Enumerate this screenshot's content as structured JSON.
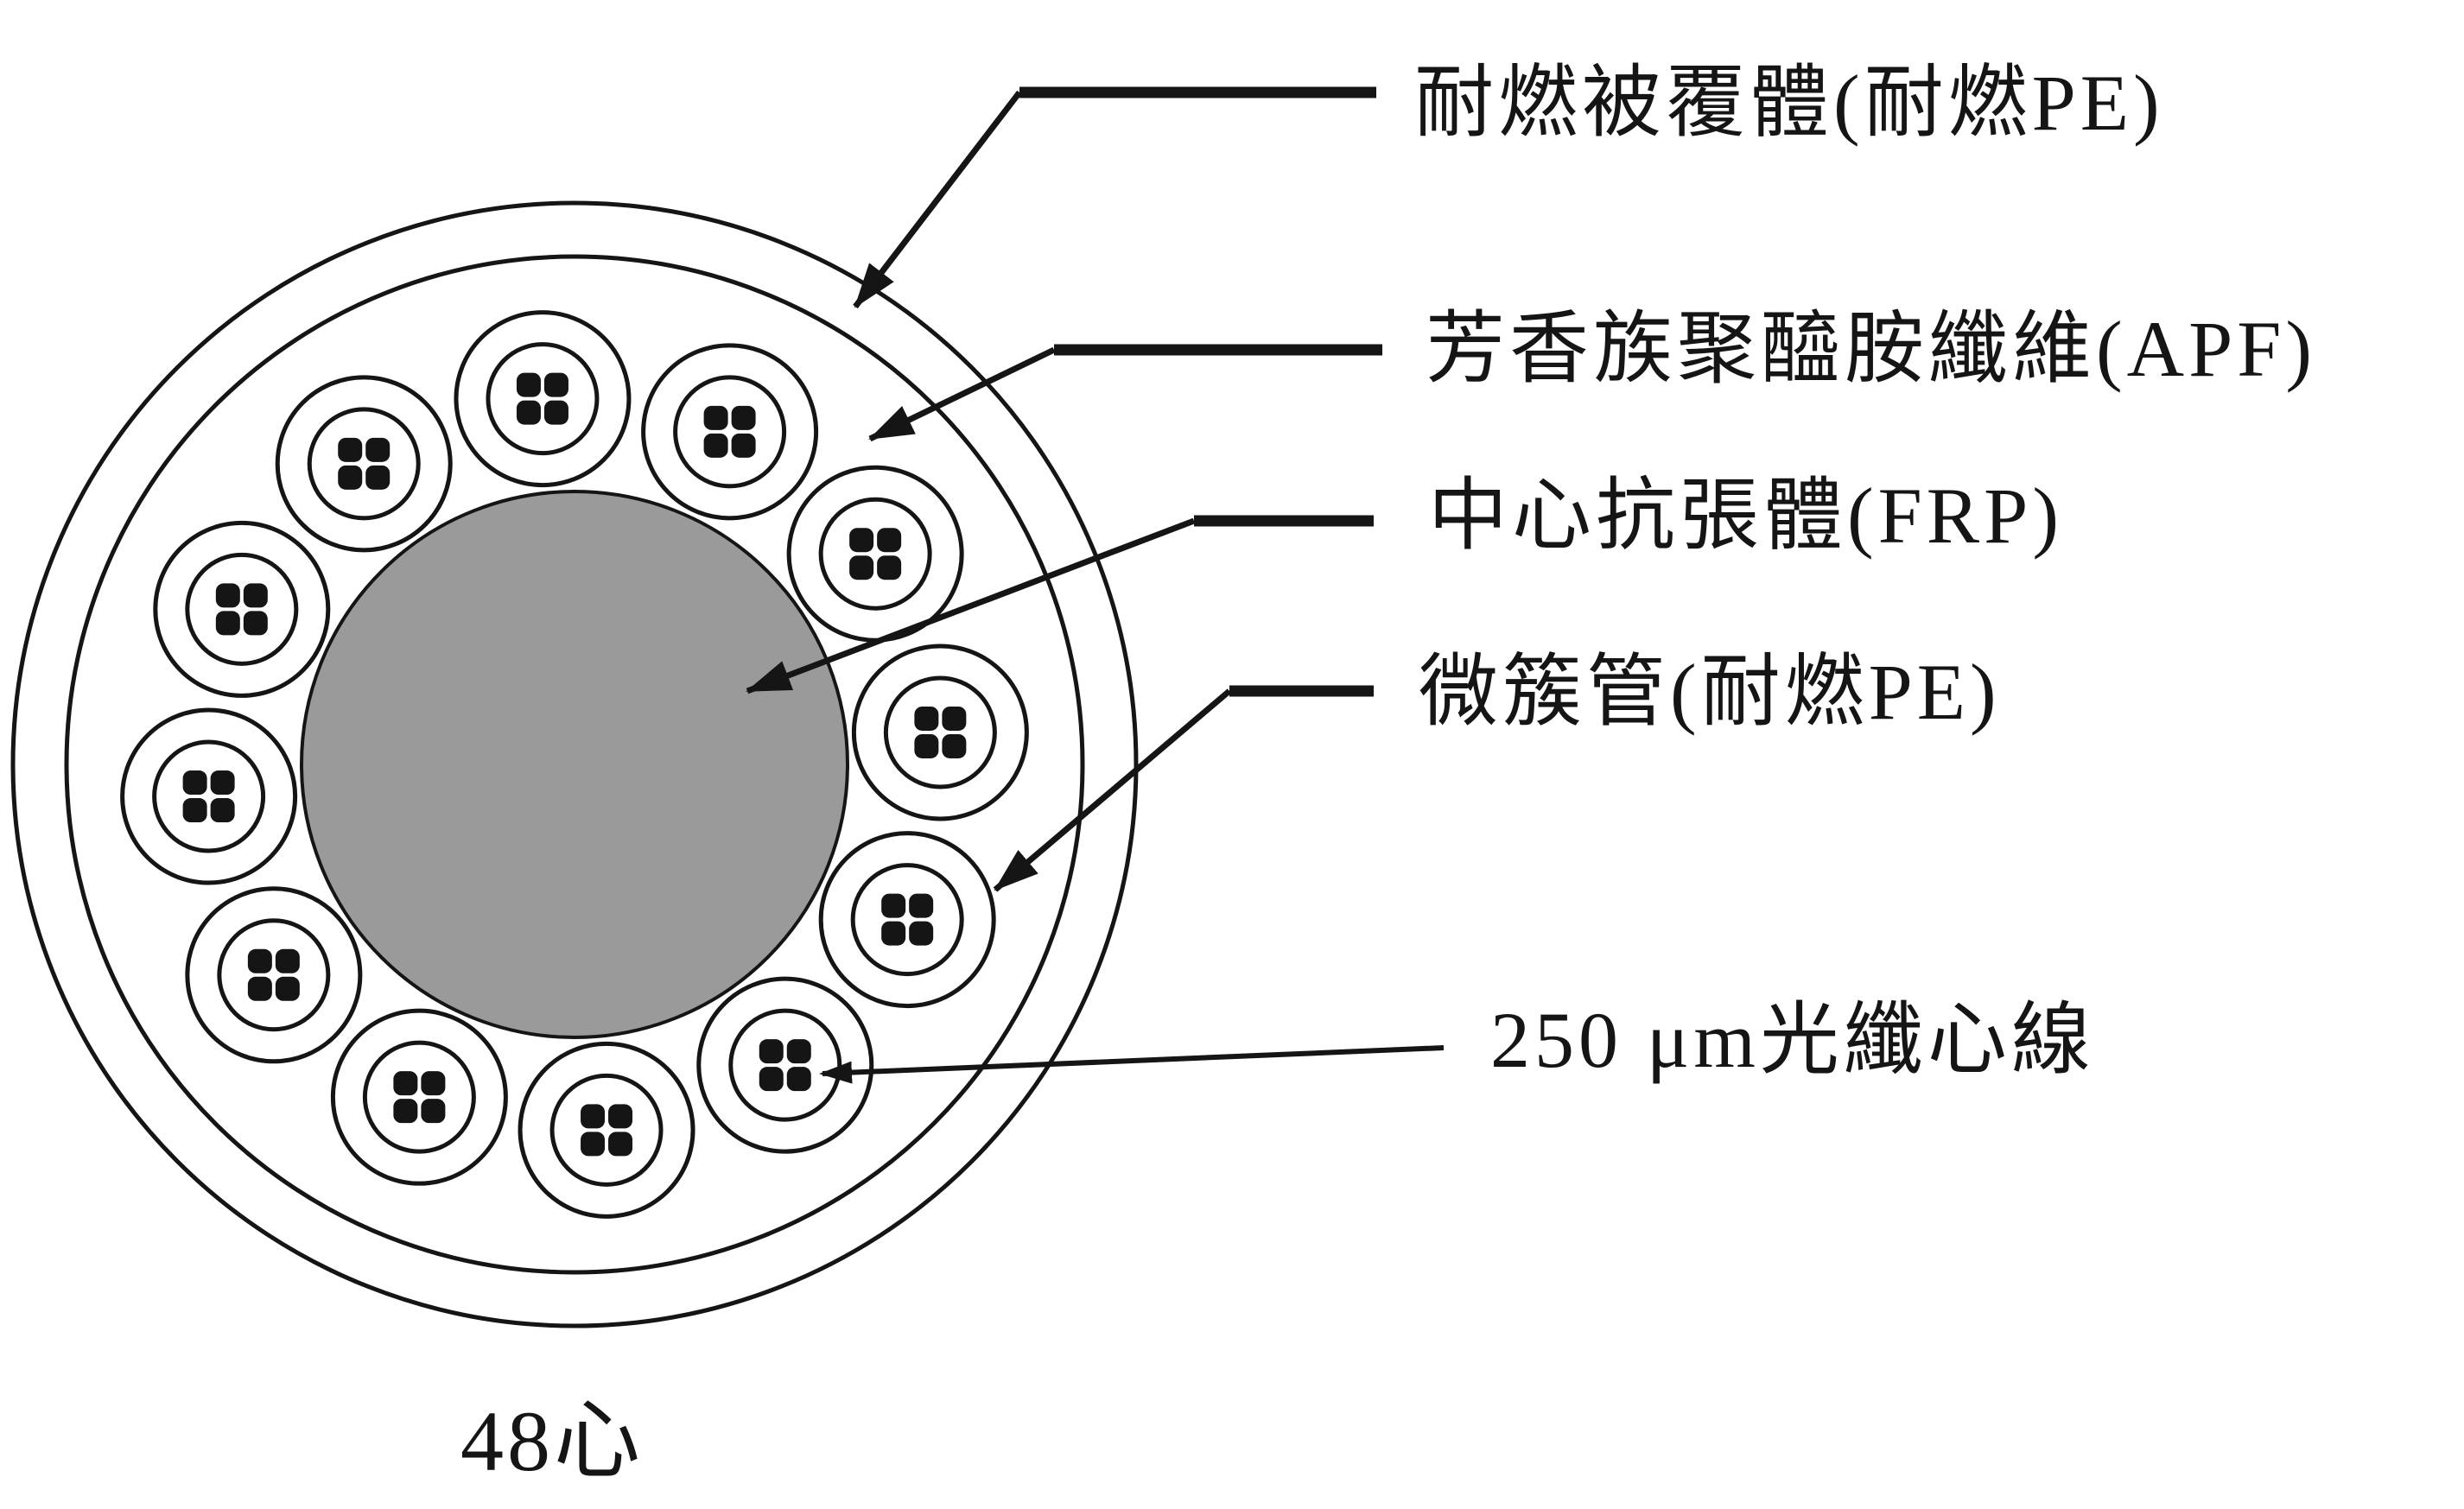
{
  "diagram": {
    "type": "fiber-optic-cable-cross-section",
    "caption": "48心",
    "colors": {
      "line": "#151515",
      "center_fill": "#9a9a9a",
      "background": "#ffffff"
    },
    "cable": {
      "fiber_count_total": 48,
      "tube_count": 12,
      "fibers_per_tube": 4
    },
    "labels": [
      {
        "id": "jacket",
        "text": "耐燃被覆體(耐燃PE)"
      },
      {
        "id": "apf",
        "text": "芳香族聚醯胺纖維(APF)"
      },
      {
        "id": "frp",
        "text": "中心抗張體(FRP)"
      },
      {
        "id": "tube",
        "text": "微簇管(耐燃PE)"
      },
      {
        "id": "fiber",
        "text": "250 μm光纖心線"
      }
    ]
  }
}
